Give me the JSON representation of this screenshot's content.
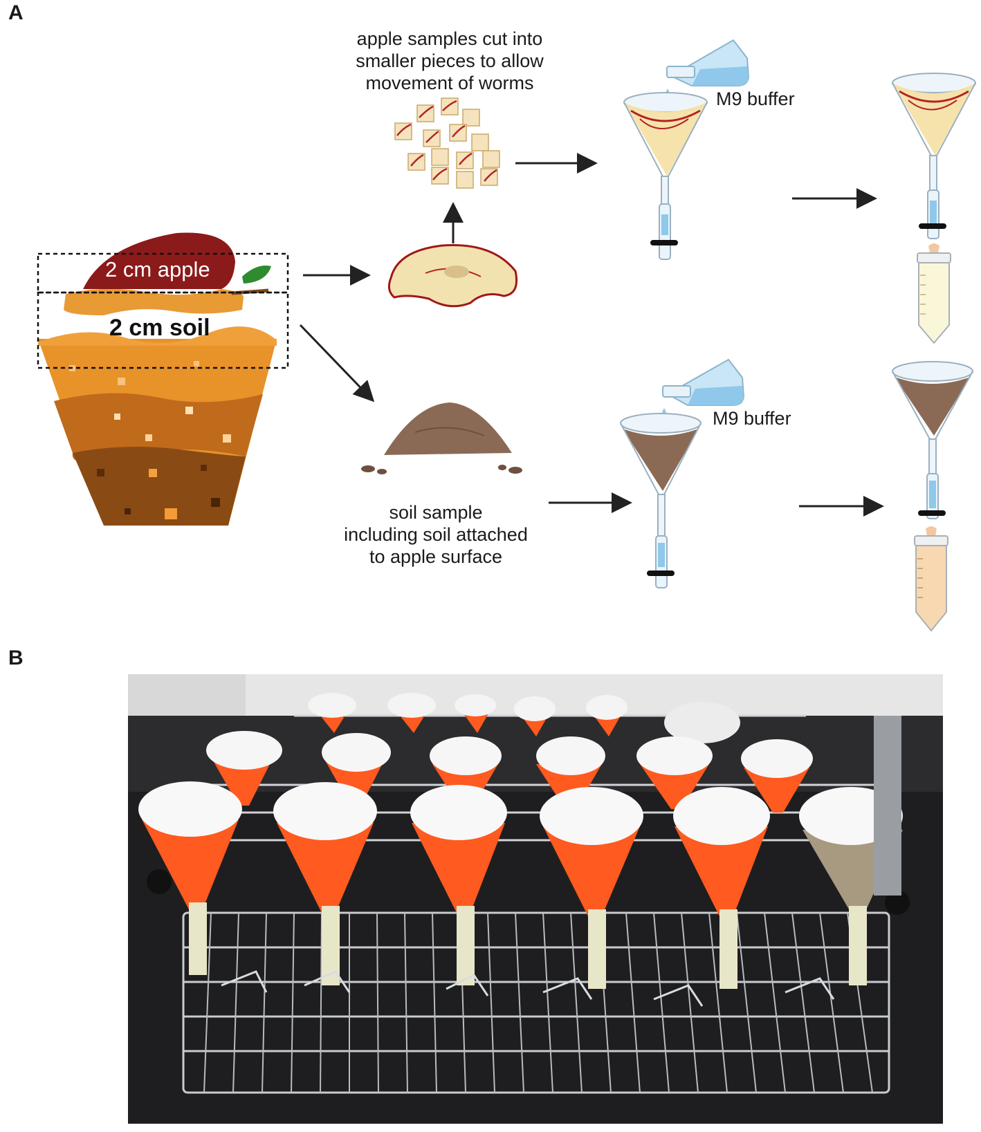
{
  "panels": {
    "a": "A",
    "b": "B"
  },
  "labels": {
    "apple_layer": "2 cm apple",
    "soil_layer": "2 cm soil",
    "apple_pieces": [
      "apple samples cut into",
      "smaller pieces to allow",
      "movement of worms"
    ],
    "buffer_top": "M9 buffer",
    "buffer_bottom": "M9 buffer",
    "soil_sample": [
      "soil sample",
      "including soil attached",
      "to apple surface"
    ]
  },
  "icons": [
    "pot-of-soil-icon",
    "apple-slice-icon",
    "apple-pieces-icon",
    "soil-pile-icon",
    "flask-icon",
    "funnel-icon",
    "centrifuge-tube-icon",
    "arrow-icon"
  ],
  "colors": {
    "apple": "#8b1a1a",
    "soil_light": "#e0902a",
    "soil_dark": "#8a4a14",
    "buffer": "#8fc8ea",
    "funnel_orange": "#ff5a1f",
    "soil_pile": "#8b6a55"
  }
}
